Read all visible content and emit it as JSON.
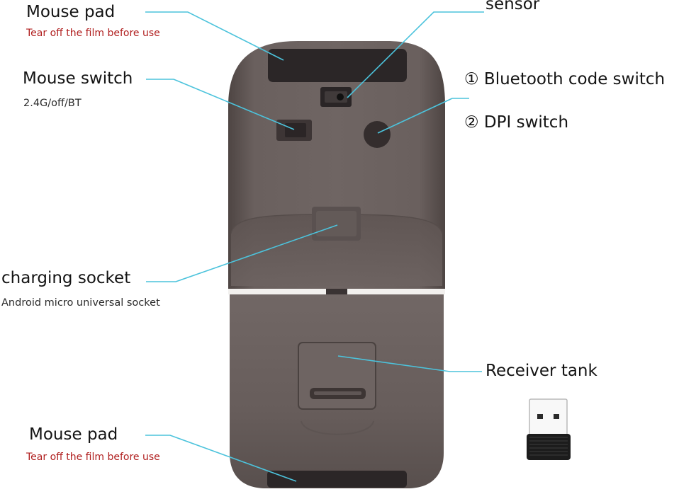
{
  "labels": {
    "mouse_pad_top": {
      "title": "Mouse pad",
      "note": "Tear off the film before use"
    },
    "sensor": {
      "title": "sensor"
    },
    "mouse_switch": {
      "title": "Mouse switch",
      "note": "2.4G/off/BT"
    },
    "bluetooth_code_switch": {
      "title": "① Bluetooth code switch"
    },
    "dpi_switch": {
      "title": "② DPI switch"
    },
    "charging_socket": {
      "title": "charging socket",
      "note": "Android micro universal socket"
    },
    "receiver_tank": {
      "title": "Receiver tank"
    },
    "mouse_pad_bottom": {
      "title": "Mouse pad",
      "note": "Tear off the film before use"
    }
  },
  "colors": {
    "leader_line": "#4cc3dc",
    "body": "#6b615f",
    "body_dark": "#4f4644",
    "pad": "#2b2627",
    "note_text": "#b01e1e"
  }
}
